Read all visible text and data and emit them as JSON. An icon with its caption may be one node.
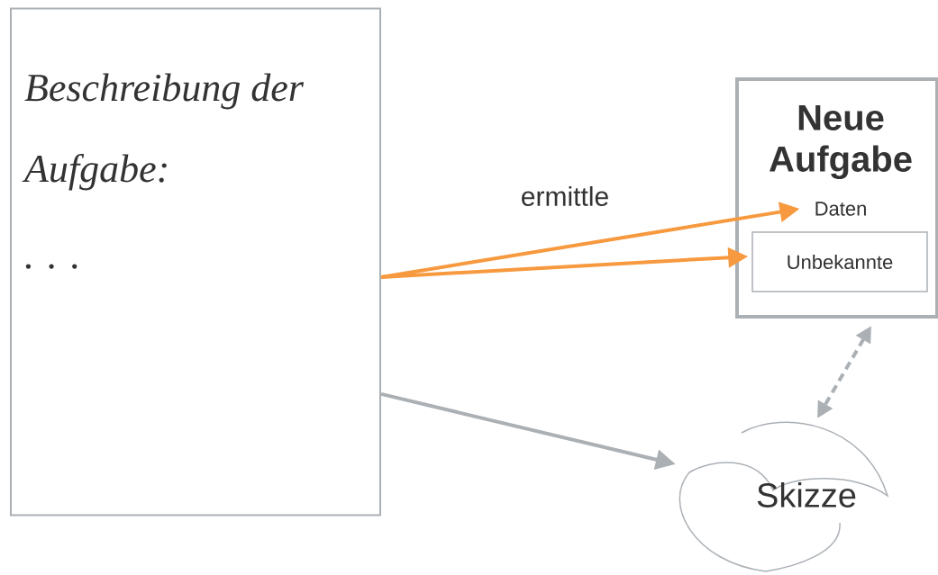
{
  "diagram": {
    "nodes": [
      {
        "text": [
          "Beschreibung der Aufgabe:",
          ". . ."
        ]
      },
      {
        "text": [
          "Neue Aufgabe"
        ]
      },
      {
        "text": [
          "Daten"
        ],
        "in": 1
      },
      {
        "text": [
          "Unbekannte"
        ],
        "in": 1
      },
      {
        "text": [
          "Skizze"
        ]
      }
    ],
    "edges": [
      {
        "from": 0,
        "to": 2,
        "arrow": "to",
        "label": "ermittle",
        "color": "#f7993f"
      },
      {
        "from": 0,
        "to": 3,
        "arrow": "to",
        "color": "#f7993f"
      },
      {
        "from": 0,
        "to": 4,
        "arrow": "to",
        "color": "#abb0b5"
      },
      {
        "from": 1,
        "to": 4,
        "arrow": "both",
        "style": "dashed",
        "color": "#abb0b5"
      }
    ]
  }
}
